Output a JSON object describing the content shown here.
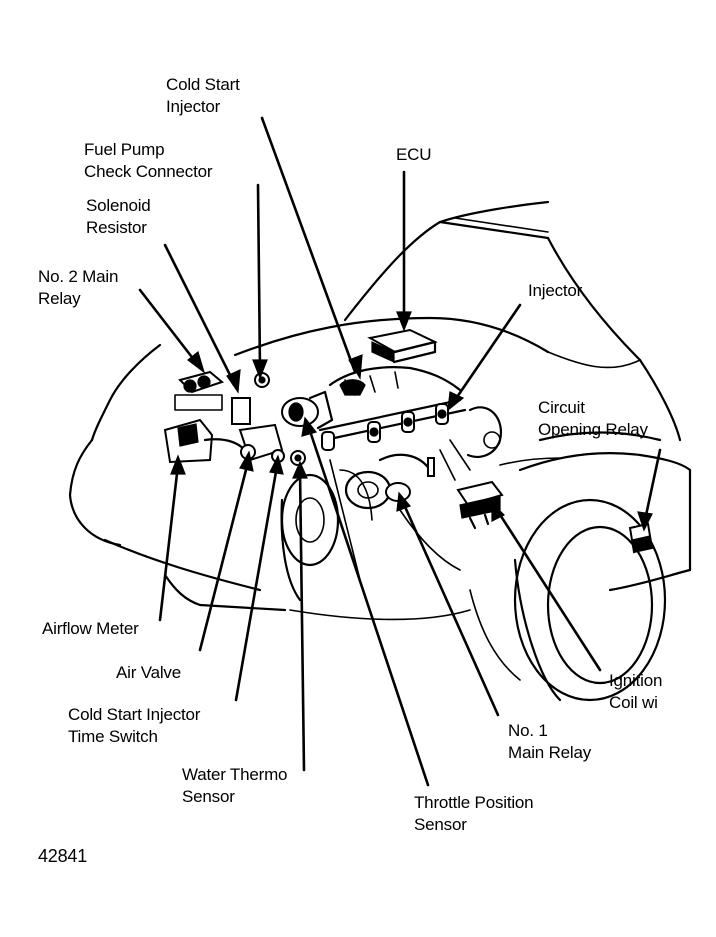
{
  "labels": {
    "cold_start_injector": "Cold Start\nInjector",
    "fuel_pump_check_connector": "Fuel Pump\nCheck Connector",
    "ecu": "ECU",
    "solenoid_resistor": "Solenoid\nResistor",
    "no2_main_relay": "No. 2 Main\nRelay",
    "injector": "Injector",
    "circuit_opening_relay": "Circuit\nOpening Relay",
    "airflow_meter": "Airflow Meter",
    "air_valve": "Air Valve",
    "ignition_coil": "Ignition\nCoil wi",
    "cold_start_injector_time_switch": "Cold Start Injector\nTime Switch",
    "no1_main_relay": "No. 1\nMain Relay",
    "water_thermo_sensor": "Water Thermo\nSensor",
    "throttle_position_sensor": "Throttle Position\nSensor"
  },
  "figure_number": "42841"
}
